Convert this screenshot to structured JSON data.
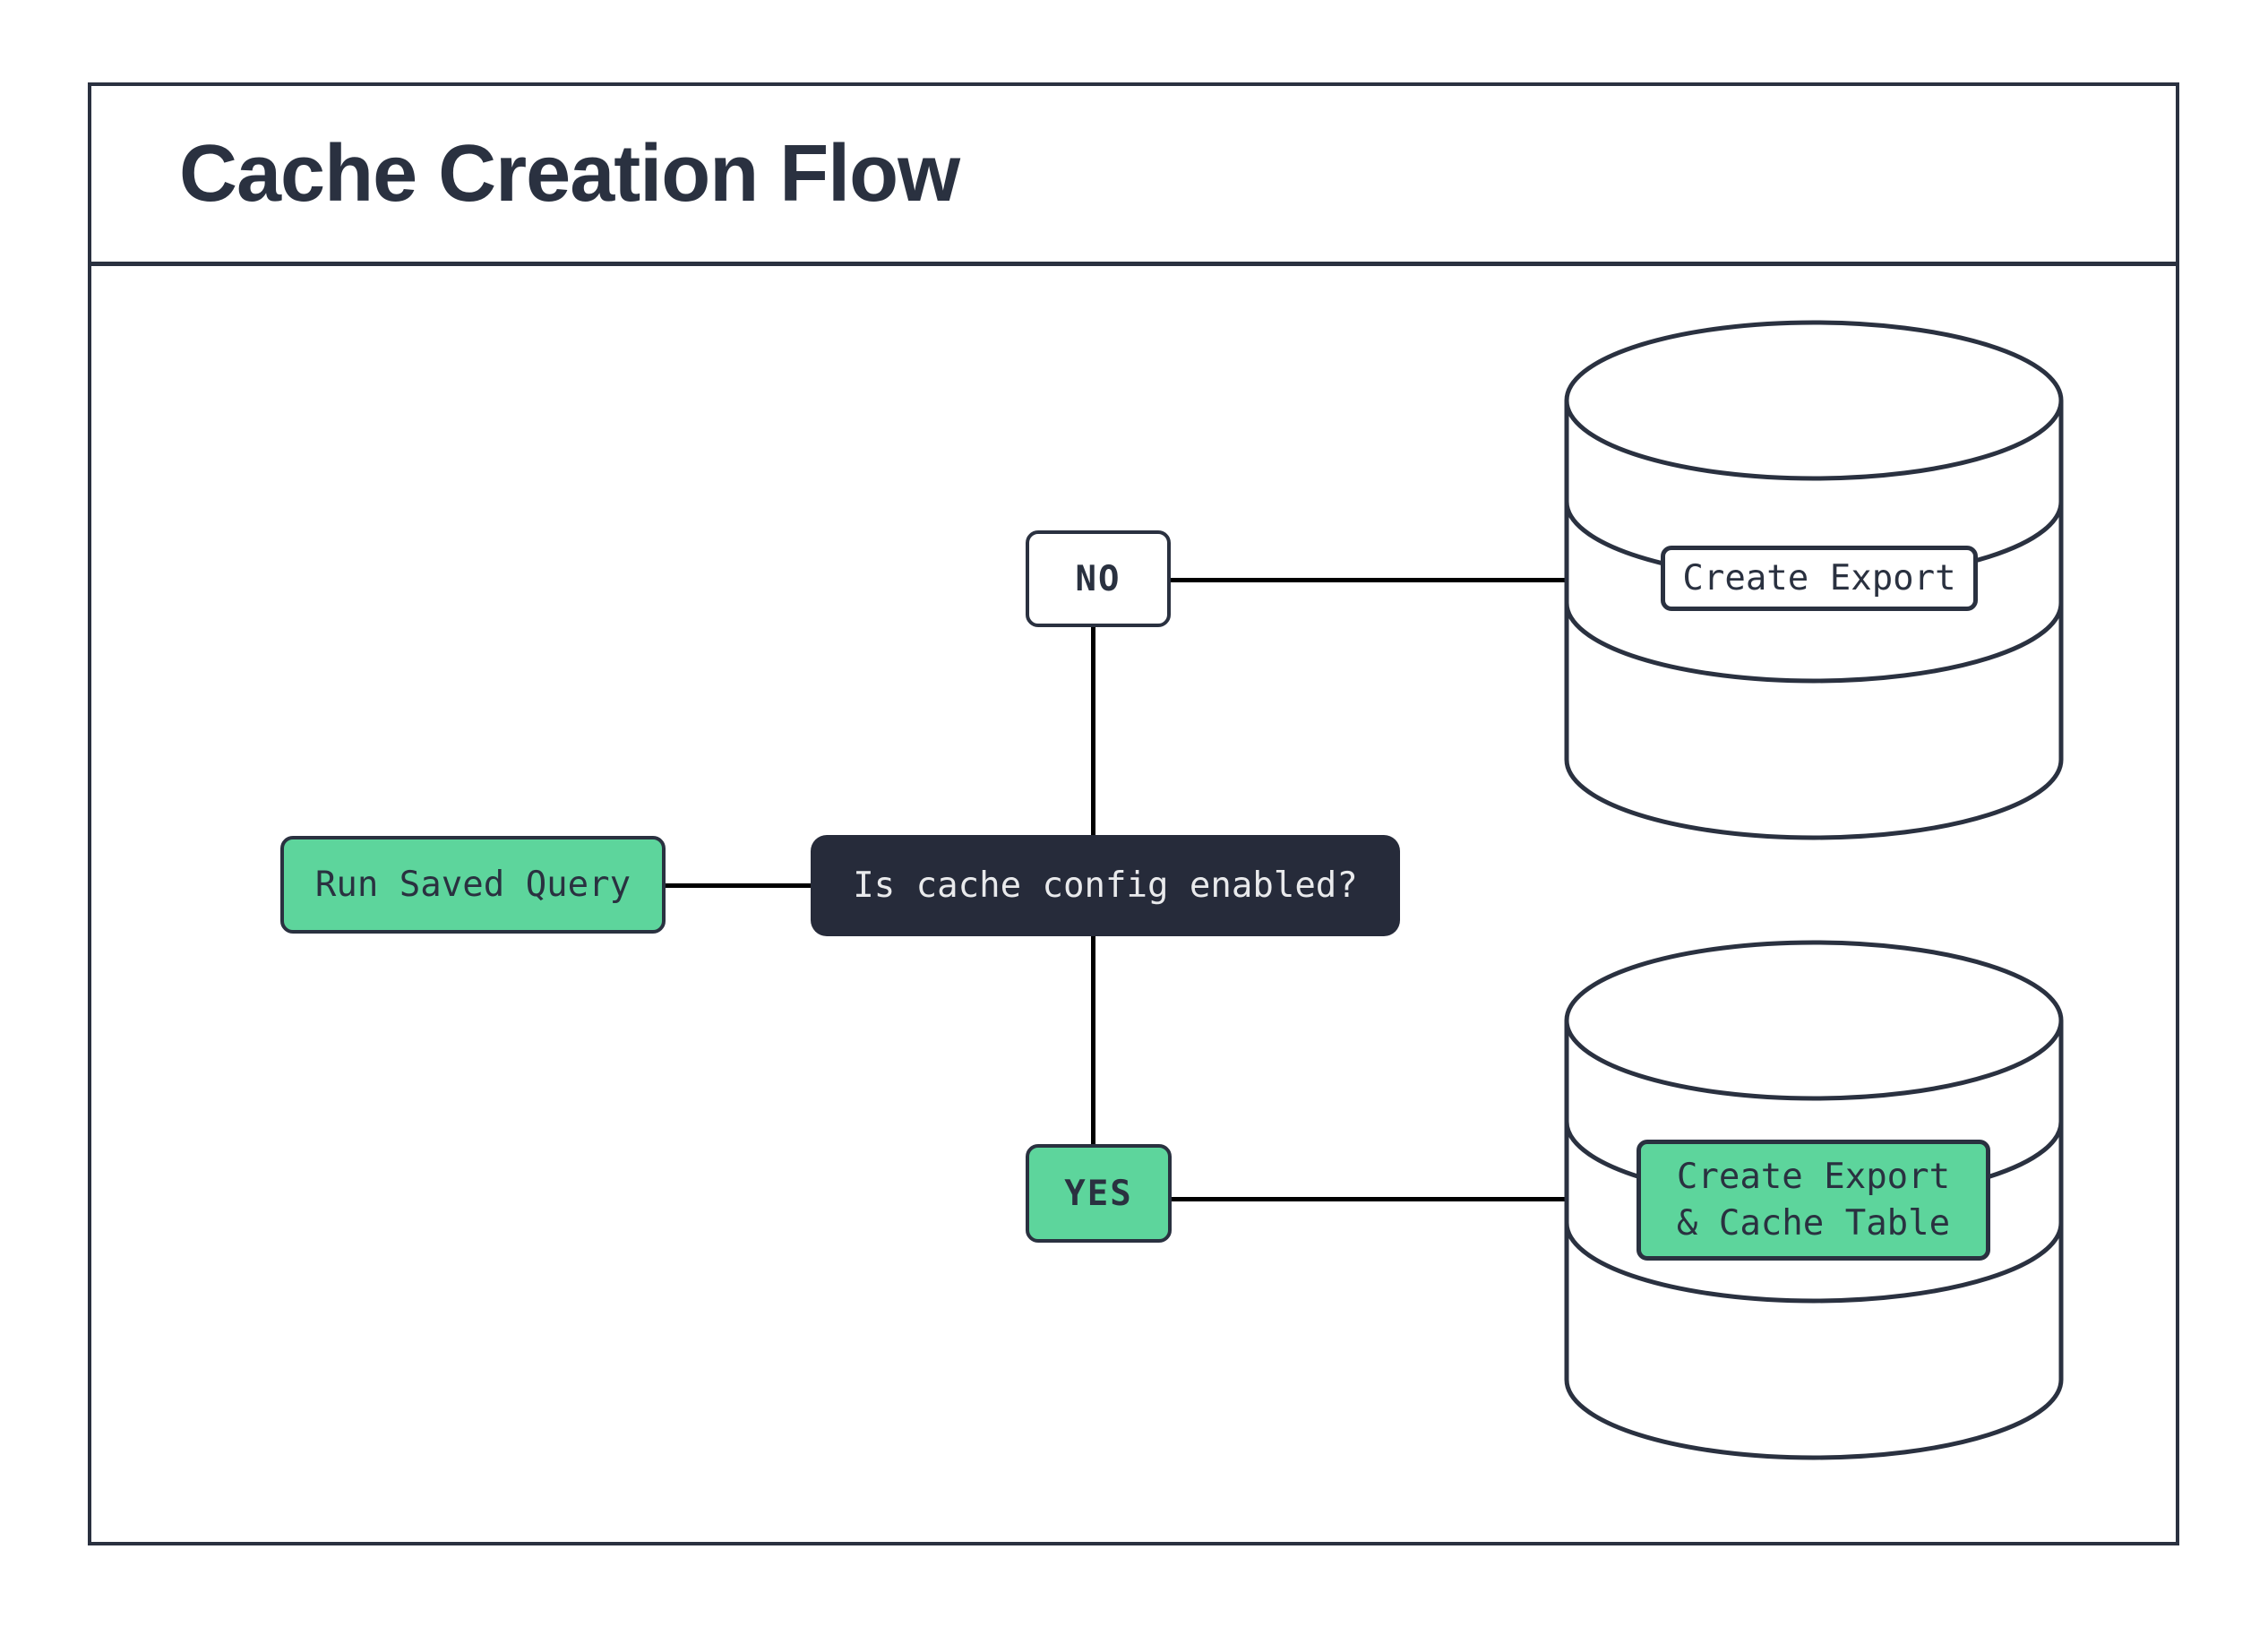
{
  "header": {
    "title": "Cache Creation Flow"
  },
  "flow": {
    "start": {
      "label": "Run Saved Query"
    },
    "decision": {
      "label": "Is cache config enabled?"
    },
    "no_branch": {
      "label": "NO"
    },
    "yes_branch": {
      "label": "YES"
    },
    "no_result": {
      "label": "Create Export"
    },
    "yes_result": {
      "line1": "Create Export",
      "line2": "& Cache Table"
    }
  },
  "colors": {
    "accent_green": "#5dd59c",
    "ink": "#2a3140",
    "decision_fill": "#262b3a",
    "light_text": "#e9eaec",
    "connector": "#000000"
  }
}
